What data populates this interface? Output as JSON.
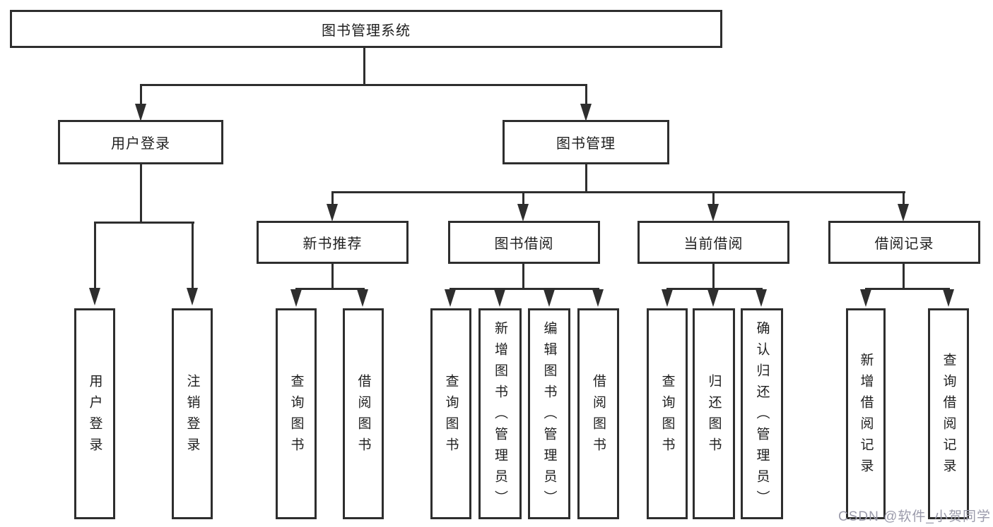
{
  "colors": {
    "line": "#2e2e2e",
    "text": "#1f1f1f",
    "bg": "#ffffff",
    "watermark": "#9b9bab"
  },
  "tree": {
    "label": "图书管理系统",
    "children": [
      {
        "label": "用户登录",
        "children": [
          {
            "label": "用户登录"
          },
          {
            "label": "注销登录"
          }
        ]
      },
      {
        "label": "图书管理",
        "children": [
          {
            "label": "新书推荐",
            "children": [
              {
                "label": "查询图书"
              },
              {
                "label": "借阅图书"
              }
            ]
          },
          {
            "label": "图书借阅",
            "children": [
              {
                "label": "查询图书"
              },
              {
                "label": "新增图书（管理员）"
              },
              {
                "label": "编辑图书（管理员）"
              },
              {
                "label": "借阅图书"
              }
            ]
          },
          {
            "label": "当前借阅",
            "children": [
              {
                "label": "查询图书"
              },
              {
                "label": "归还图书"
              },
              {
                "label": "确认归还（管理员）"
              }
            ]
          },
          {
            "label": "借阅记录",
            "children": [
              {
                "label": "新增借阅记录"
              },
              {
                "label": "查询借阅记录"
              }
            ]
          }
        ]
      }
    ]
  },
  "watermark": {
    "text": "CSDN @软件_小贺同学"
  }
}
